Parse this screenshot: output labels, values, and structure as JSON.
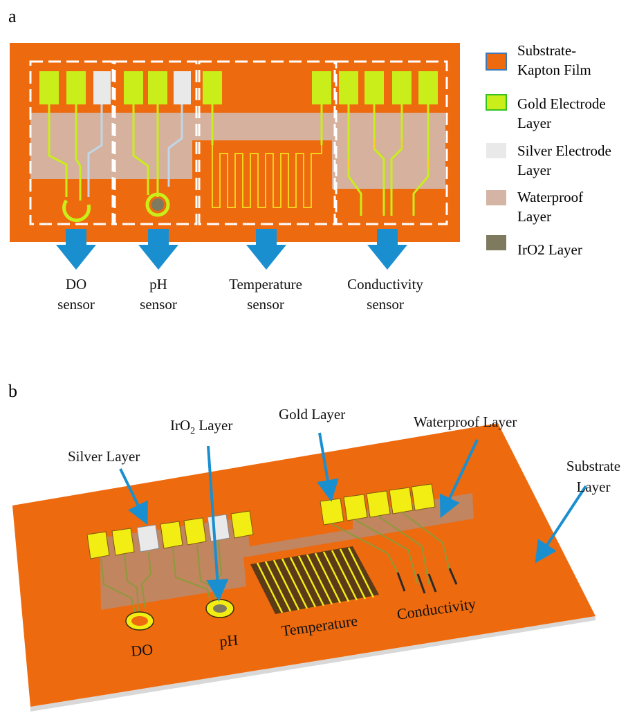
{
  "panel_a": {
    "label": "a",
    "sensor_labels": {
      "do": [
        "DO",
        "sensor"
      ],
      "ph": [
        "pH",
        "sensor"
      ],
      "temperature": [
        "Temperature",
        "sensor"
      ],
      "conductivity": [
        "Conductivity",
        "sensor"
      ]
    },
    "legend": [
      {
        "lines": [
          "Substrate-",
          "Kapton Film"
        ],
        "color": "#EE6A0E",
        "border": "#3F79B5"
      },
      {
        "lines": [
          "Gold Electrode",
          "Layer"
        ],
        "color": "#C9EE1A",
        "border": "#35C01E"
      },
      {
        "lines": [
          "Silver Electrode",
          "Layer"
        ],
        "color": "#E9E9E9",
        "border": "#E9E9E9"
      },
      {
        "lines": [
          "Waterproof",
          "Layer"
        ],
        "color": "#D4B5A5",
        "border": "#D4B5A5"
      },
      {
        "lines": [
          "IrO2 Layer"
        ],
        "color": "#7E7A60",
        "border": "#7E7A60"
      }
    ]
  },
  "panel_b": {
    "label": "b",
    "callouts": {
      "silver": "Silver Layer",
      "iro2_prefix": "IrO",
      "iro2_sub": "2",
      "iro2_suffix": " Layer",
      "gold": "Gold Layer",
      "waterproof": "Waterproof Layer",
      "substrate": [
        "Substrate",
        "Layer"
      ]
    },
    "sensor_labels": {
      "do": "DO",
      "ph": "pH",
      "temperature": "Temperature",
      "conductivity": "Conductivity"
    }
  },
  "colors": {
    "substrate": "#EE6A0E",
    "gold_flat": "#C9EE1A",
    "gold_3d": "#F2EE14",
    "silver": "#E9E9E9",
    "waterproof": "#D4B5A5",
    "iro2": "#7E7A60",
    "arrow": "#1A8FD0"
  }
}
